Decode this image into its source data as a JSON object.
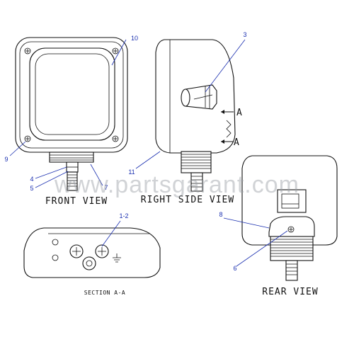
{
  "views": {
    "front": "FRONT VIEW",
    "right_side": "RIGHT SIDE VIEW",
    "rear": "REAR VIEW",
    "section": "SECTION A-A"
  },
  "section_marks": {
    "upper": "A",
    "lower": "A"
  },
  "callouts": {
    "c10": "10",
    "c9": "9",
    "c4": "4",
    "c5": "5",
    "c7": "7",
    "c3": "3",
    "c11": "11",
    "c12": "1-2",
    "c8": "8",
    "c6": "6"
  },
  "watermark": "www.partsgarant.com"
}
